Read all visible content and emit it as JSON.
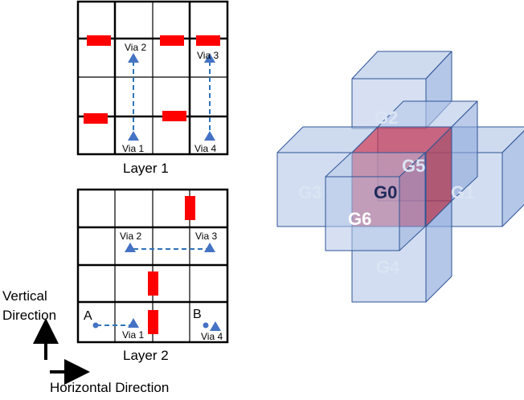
{
  "layer1": {
    "caption": "Layer 1",
    "vias": [
      "Via 2",
      "Via 3",
      "Via 1",
      "Via 4"
    ]
  },
  "layer2": {
    "caption": "Layer 2",
    "vias": [
      "Via 2",
      "Via 3",
      "Via 1",
      "Via 4"
    ],
    "points": [
      "A",
      "B"
    ]
  },
  "axes": {
    "vertical": [
      "Vertical",
      "Direction"
    ],
    "horizontal": "Horizontal Direction"
  },
  "cube": {
    "labels": [
      "G2",
      "G5",
      "G3",
      "G0",
      "G1",
      "G6",
      "G4"
    ]
  },
  "colors": {
    "blocker": "#ff0000",
    "via": "#4472c4",
    "path": "#2e75b6",
    "cube_face": "#b4c7e7",
    "cube_edge": "#2f5597",
    "center": "#c0395a"
  }
}
